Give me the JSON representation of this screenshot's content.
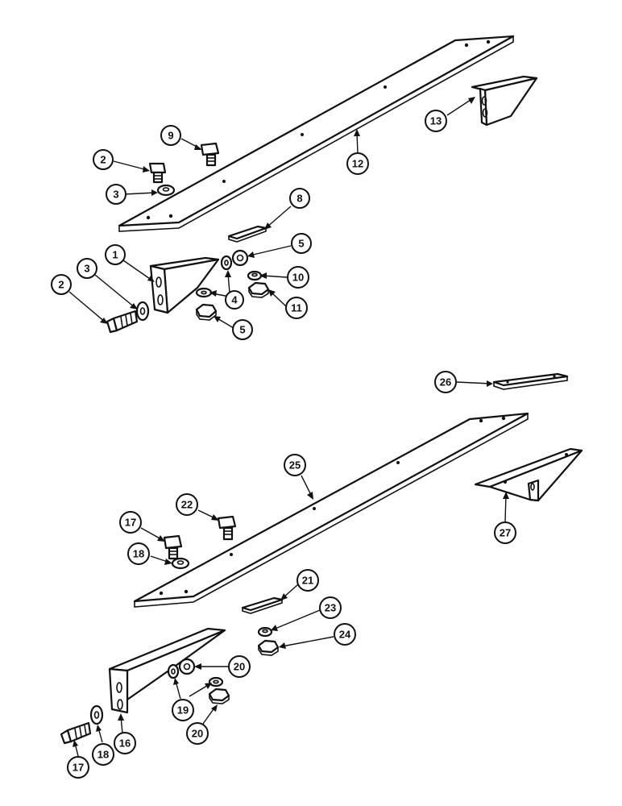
{
  "callouts": [
    {
      "id": "c2a",
      "label": "2"
    },
    {
      "id": "c9",
      "label": "9"
    },
    {
      "id": "c3a",
      "label": "3"
    },
    {
      "id": "c12",
      "label": "12"
    },
    {
      "id": "c13",
      "label": "13"
    },
    {
      "id": "c8",
      "label": "8"
    },
    {
      "id": "c1",
      "label": "1"
    },
    {
      "id": "c3b",
      "label": "3"
    },
    {
      "id": "c5a",
      "label": "5"
    },
    {
      "id": "c2b",
      "label": "2"
    },
    {
      "id": "c10",
      "label": "10"
    },
    {
      "id": "c4",
      "label": "4"
    },
    {
      "id": "c11",
      "label": "11"
    },
    {
      "id": "c5b",
      "label": "5"
    },
    {
      "id": "c26",
      "label": "26"
    },
    {
      "id": "c25",
      "label": "25"
    },
    {
      "id": "c22",
      "label": "22"
    },
    {
      "id": "c17a",
      "label": "17"
    },
    {
      "id": "c27",
      "label": "27"
    },
    {
      "id": "c18a",
      "label": "18"
    },
    {
      "id": "c21",
      "label": "21"
    },
    {
      "id": "c23",
      "label": "23"
    },
    {
      "id": "c24",
      "label": "24"
    },
    {
      "id": "c20a",
      "label": "20"
    },
    {
      "id": "c19",
      "label": "19"
    },
    {
      "id": "c16",
      "label": "16"
    },
    {
      "id": "c20b",
      "label": "20"
    },
    {
      "id": "c17b",
      "label": "17"
    },
    {
      "id": "c18b",
      "label": "18"
    }
  ]
}
